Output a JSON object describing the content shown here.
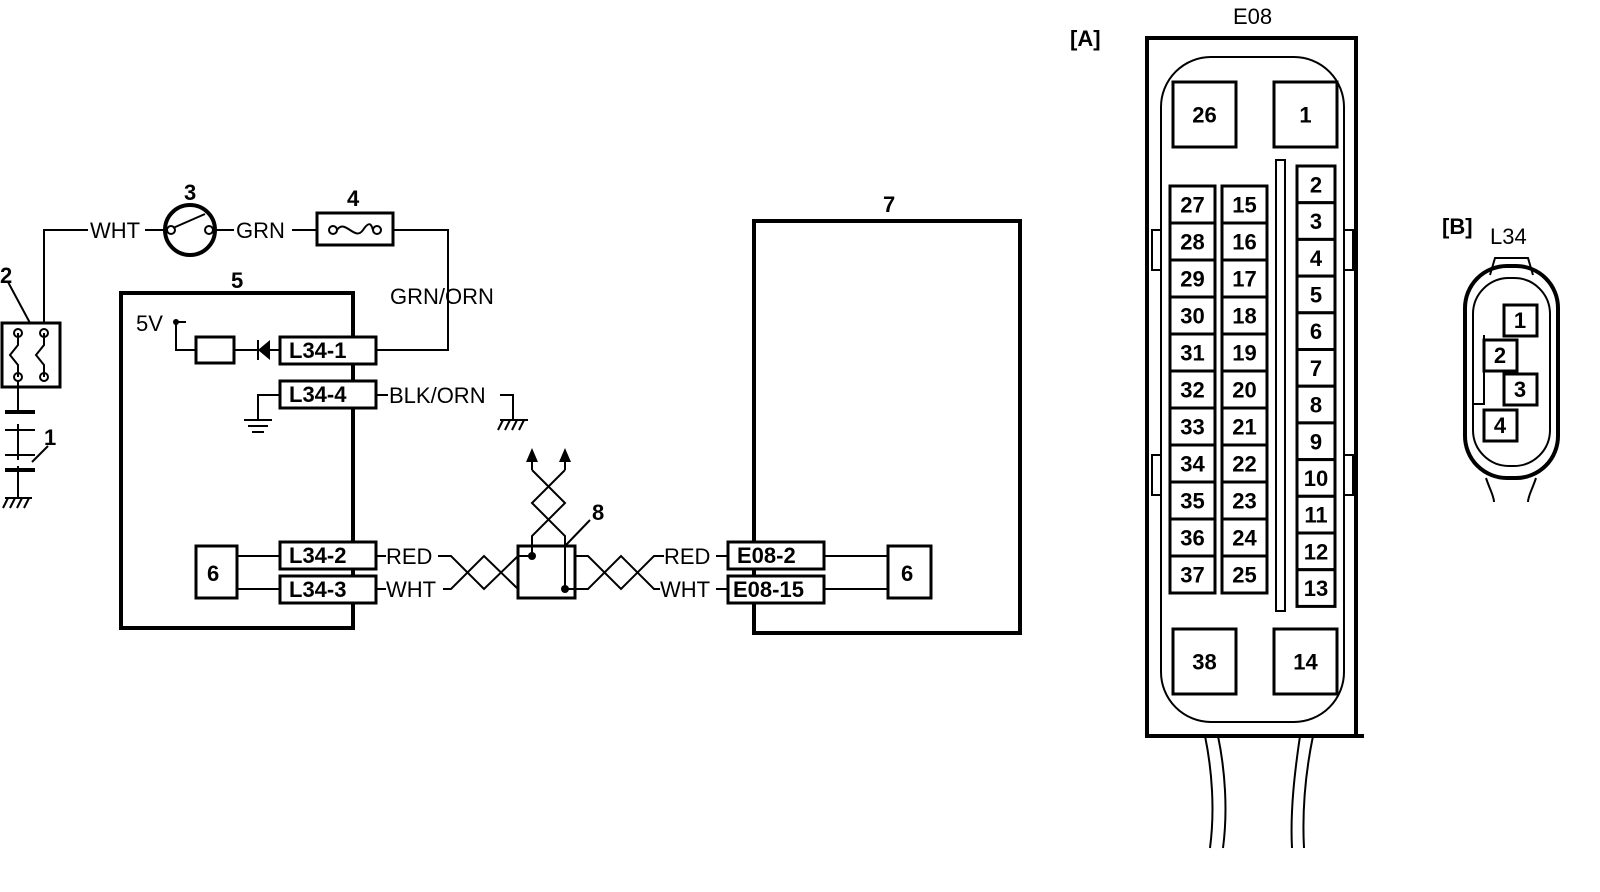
{
  "callouts": {
    "c1": "1",
    "c2": "2",
    "c3": "3",
    "c4": "4",
    "c5": "5",
    "c6a": "6",
    "c6b": "6",
    "c7": "7",
    "c8": "8"
  },
  "wires": {
    "wht_top": "WHT",
    "grn": "GRN",
    "grn_orn": "GRN/ORN",
    "blk_orn": "BLK/ORN",
    "red_l": "RED",
    "wht_l": "WHT",
    "red_r": "RED",
    "wht_r": "WHT"
  },
  "supply": "5V",
  "terminals": {
    "l34_1": "L34-1",
    "l34_4": "L34-4",
    "l34_2": "L34-2",
    "l34_3": "L34-3",
    "e08_2": "E08-2",
    "e08_15": "E08-15"
  },
  "connector_a": {
    "tag": "[A]",
    "name": "E08",
    "corner_pins": [
      "26",
      "1",
      "38",
      "14"
    ],
    "left_col": [
      "27",
      "28",
      "29",
      "30",
      "31",
      "32",
      "33",
      "34",
      "35",
      "36",
      "37"
    ],
    "mid_col": [
      "15",
      "16",
      "17",
      "18",
      "19",
      "20",
      "21",
      "22",
      "23",
      "24",
      "25"
    ],
    "right_col": [
      "2",
      "3",
      "4",
      "5",
      "6",
      "7",
      "8",
      "9",
      "10",
      "11",
      "12",
      "13"
    ]
  },
  "connector_b": {
    "tag": "[B]",
    "name": "L34",
    "pins": [
      "1",
      "2",
      "3",
      "4"
    ]
  }
}
